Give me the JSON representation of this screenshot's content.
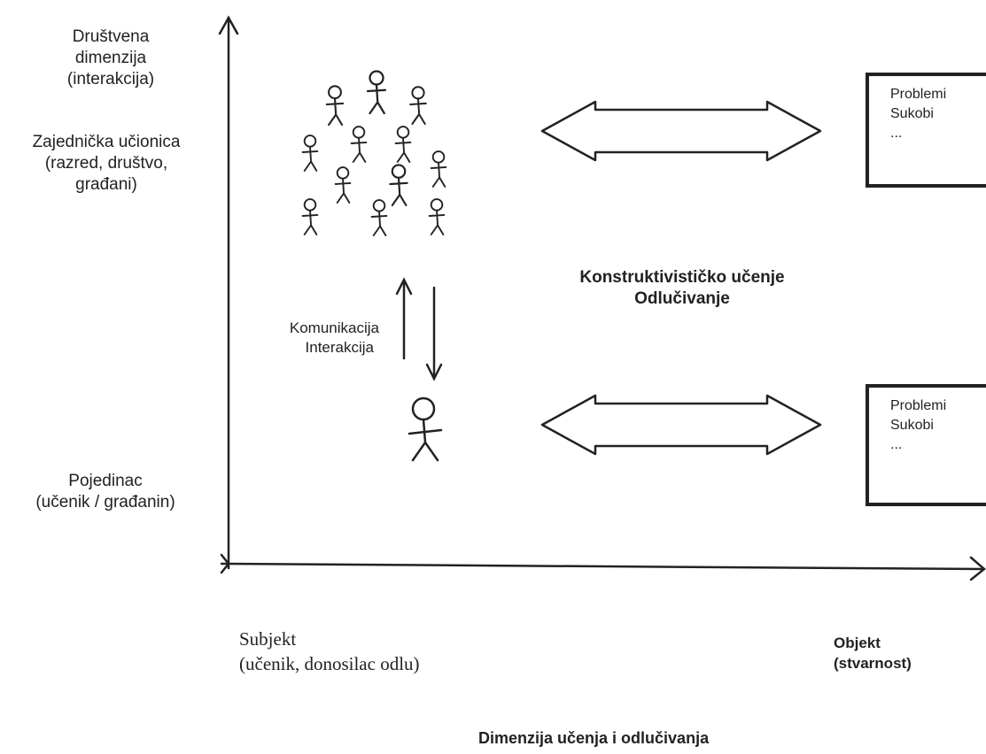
{
  "y_axis": {
    "top": {
      "label_line1": "Društvena",
      "label_line2": "dimenzija",
      "label_line3": "(interakcija)"
    },
    "middle": {
      "label_line1": "Zajednička učionica",
      "label_line2": "(razred, društvo,",
      "label_line3": "građani)"
    },
    "bottom": {
      "label_line1": "Pojedinac",
      "label_line2": "(učenik / građanin)"
    }
  },
  "x_axis": {
    "left": {
      "label_line1": "Subjekt",
      "label_line2": "(učenik, donosilac odlu)"
    },
    "right": {
      "label_line1": "Objekt",
      "label_line2": "(stvarnost)"
    }
  },
  "communication": {
    "line1": "Komunikacija",
    "line2": "Interakcija"
  },
  "center_label": {
    "line1": "Konstruktivističko učenje",
    "line2": "Odlučivanje"
  },
  "boxes": [
    {
      "line1": "Problemi",
      "line2": "Sukobi",
      "line3": "..."
    },
    {
      "line1": "Problemi",
      "line2": "Sukobi",
      "line3": "..."
    }
  ],
  "caption": "Dimenzija učenja i odlučivanja",
  "icons": {
    "group": "stick-figure-crowd-icon",
    "individual": "stick-figure-icon"
  },
  "colors": {
    "ink": "#1a1a1a",
    "background": "#ffffff"
  }
}
